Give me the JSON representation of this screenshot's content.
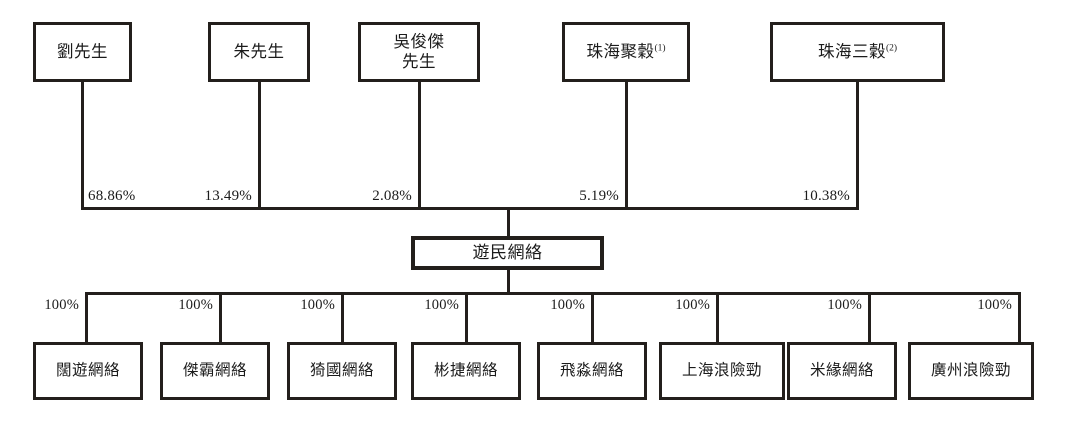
{
  "diagram": {
    "title": "Shareholding and corporate structure chart",
    "line_color": "#231f1c",
    "background": "#ffffff",
    "shareholders": [
      {
        "name": "劉先生",
        "sup": "",
        "pct": "68.86%"
      },
      {
        "name": "朱先生",
        "sup": "",
        "pct": "13.49%"
      },
      {
        "name": "吳俊傑\n先生",
        "sup": "",
        "pct": "2.08%"
      },
      {
        "name": "珠海聚穀",
        "sup": "(1)",
        "pct": "5.19%"
      },
      {
        "name": "珠海三穀",
        "sup": "(2)",
        "pct": "10.38%"
      }
    ],
    "holding_company": {
      "name": "遊民網絡"
    },
    "subsidiaries": [
      {
        "name": "闊遊網絡",
        "pct": "100%"
      },
      {
        "name": "傑霸網絡",
        "pct": "100%"
      },
      {
        "name": "猗國網絡",
        "pct": "100%"
      },
      {
        "name": "彬捷網絡",
        "pct": "100%"
      },
      {
        "name": "飛淼網絡",
        "pct": "100%"
      },
      {
        "name": "上海浪險勁",
        "pct": "100%"
      },
      {
        "name": "米緣網絡",
        "pct": "100%"
      },
      {
        "name": "廣州浪險勁",
        "pct": "100%"
      }
    ]
  }
}
